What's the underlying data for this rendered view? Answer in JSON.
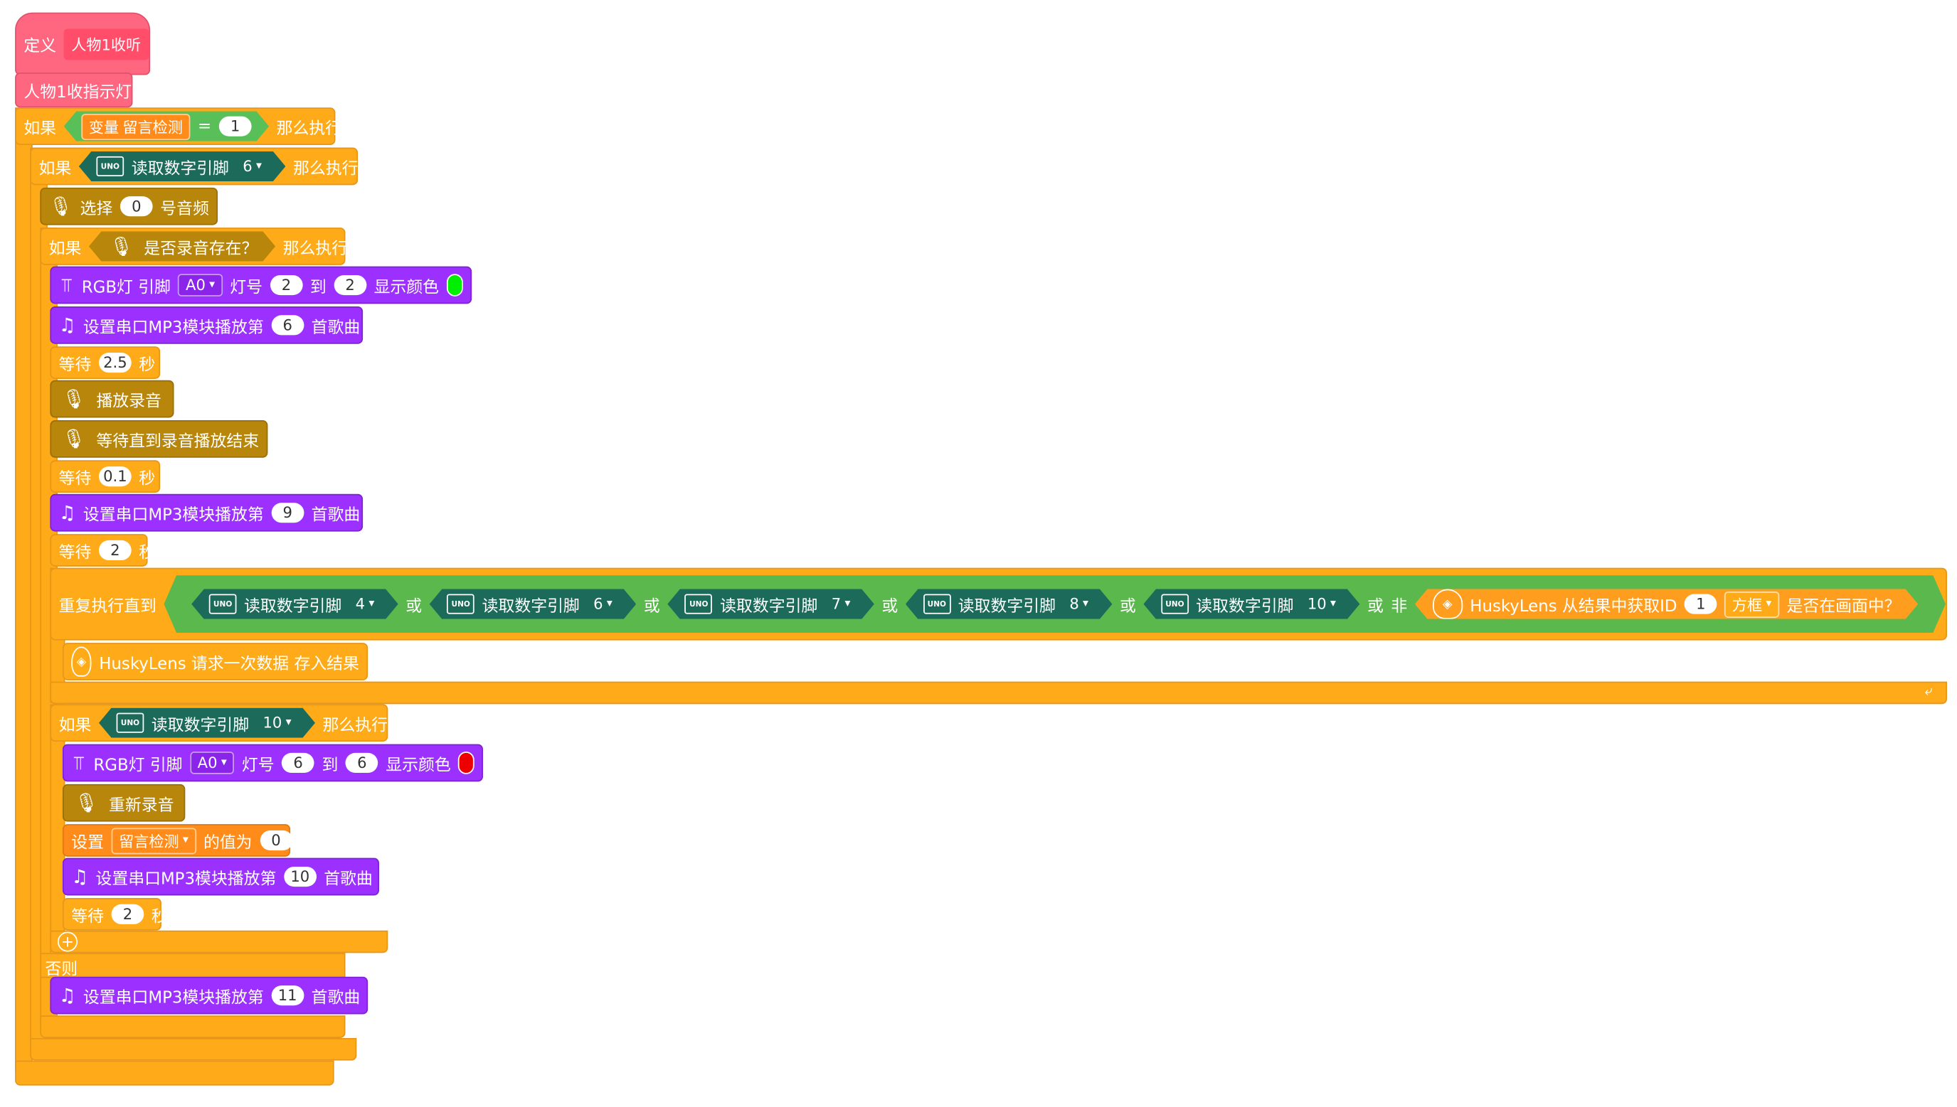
{
  "define": {
    "label": "定义",
    "name": "人物1收听"
  },
  "proc_call": "人物1收指示灯",
  "if1": {
    "kw": "如果",
    "var_label": "变量",
    "var_name": "留言检测",
    "eq": "=",
    "value": "1",
    "then": "那么执行"
  },
  "if2": {
    "kw": "如果",
    "read": "读取数字引脚",
    "pin": "6",
    "then": "那么执行"
  },
  "select_audio": {
    "pre": "选择",
    "num": "0",
    "post": "号音频"
  },
  "if3": {
    "kw": "如果",
    "question": "是否录音存在？",
    "then": "那么执行"
  },
  "rgb1": {
    "pre": "RGB灯 引脚",
    "pin": "A0",
    "lamp": "灯号",
    "from": "2",
    "to_kw": "到",
    "to": "2",
    "show": "显示颜色",
    "color": "#00ee00"
  },
  "mp3_1": {
    "pre": "设置串口MP3模块播放第",
    "num": "6",
    "post": "首歌曲"
  },
  "wait1": {
    "pre": "等待",
    "num": "2.5",
    "post": "秒"
  },
  "play_rec": "播放录音",
  "wait_rec": "等待直到录音播放结束",
  "wait2": {
    "pre": "等待",
    "num": "0.1",
    "post": "秒"
  },
  "mp3_2": {
    "pre": "设置串口MP3模块播放第",
    "num": "9",
    "post": "首歌曲"
  },
  "wait3": {
    "pre": "等待",
    "num": "2",
    "post": "秒"
  },
  "repeat": {
    "kw": "重复执行直到",
    "or": "或",
    "not": "非",
    "reads": [
      {
        "label": "读取数字引脚",
        "pin": "4"
      },
      {
        "label": "读取数字引脚",
        "pin": "6"
      },
      {
        "label": "读取数字引脚",
        "pin": "7"
      },
      {
        "label": "读取数字引脚",
        "pin": "8"
      },
      {
        "label": "读取数字引脚",
        "pin": "10"
      }
    ],
    "husky": {
      "pre": "HuskyLens 从结果中获取ID",
      "id": "1",
      "type": "方框",
      "post": "是否在画面中？"
    }
  },
  "husky_req": "HuskyLens 请求一次数据 存入结果",
  "if4": {
    "kw": "如果",
    "read": "读取数字引脚",
    "pin": "10",
    "then": "那么执行"
  },
  "rgb2": {
    "pre": "RGB灯 引脚",
    "pin": "A0",
    "lamp": "灯号",
    "from": "6",
    "to_kw": "到",
    "to": "6",
    "show": "显示颜色",
    "color": "#ee0000"
  },
  "rerecord": "重新录音",
  "setvar": {
    "pre": "设置",
    "var": "留言检测",
    "mid": "的值为",
    "value": "0"
  },
  "mp3_3": {
    "pre": "设置串口MP3模块播放第",
    "num": "10",
    "post": "首歌曲"
  },
  "wait4": {
    "pre": "等待",
    "num": "2",
    "post": "秒"
  },
  "else_kw": "否则",
  "mp3_4": {
    "pre": "设置串口MP3模块播放第",
    "num": "11",
    "post": "首歌曲"
  },
  "uno_text": "UNO"
}
